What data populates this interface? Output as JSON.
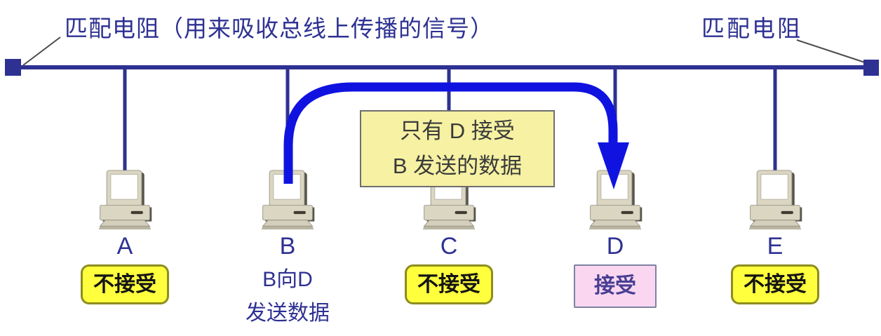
{
  "labels": {
    "left_resistor": "匹配电阻（用来吸收总线上传播的信号）",
    "right_resistor": "匹配电阻"
  },
  "callout": {
    "line1": "只有 D 接受",
    "line2": "B 发送的数据"
  },
  "nodes": [
    {
      "id": "A",
      "label": "A",
      "status": "不接受",
      "type": "reject"
    },
    {
      "id": "B",
      "label": "B",
      "action_line1": "B向D",
      "action_line2": "发送数据",
      "type": "sender"
    },
    {
      "id": "C",
      "label": "C",
      "status": "不接受",
      "type": "reject"
    },
    {
      "id": "D",
      "label": "D",
      "status": "接受",
      "type": "accept"
    },
    {
      "id": "E",
      "label": "E",
      "status": "不接受",
      "type": "reject"
    }
  ],
  "colors": {
    "bus_line": "#2e3192",
    "data_arrow": "#1013e0",
    "reject_badge_bg": "#ffff3d",
    "reject_badge_border": "#8d8d1f",
    "accept_badge_bg": "#fbd6f1",
    "accept_badge_border": "#7d82a0",
    "accept_badge_text": "#473f92",
    "callout_bg": "#f6f1a3",
    "callout_border": "#6e6e6e",
    "label_text": "#2e3192"
  }
}
